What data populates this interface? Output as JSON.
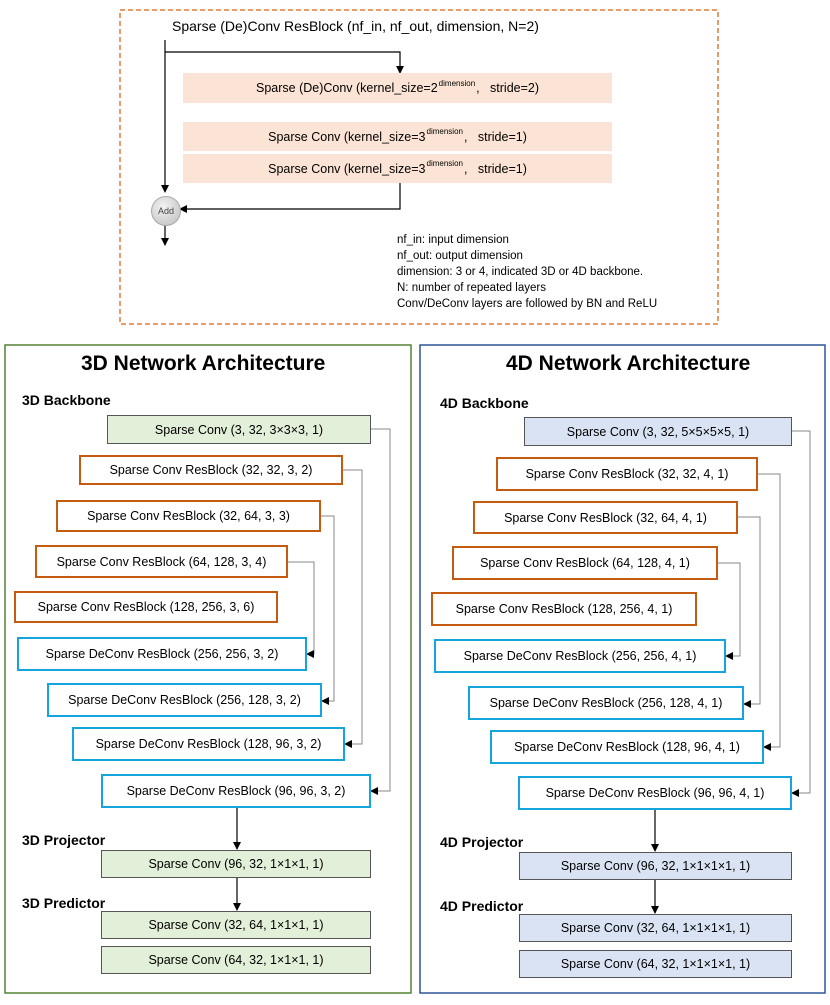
{
  "resblock": {
    "title": "Sparse (De)Conv ResBlock (nf_in, nf_out, dimension, N=2)",
    "layer1": {
      "pre": "Sparse (De)Conv (kernel_size=2",
      "sup": "dimension",
      "post": ",   stride=2)"
    },
    "layer2": {
      "pre": "Sparse Conv (kernel_size=3",
      "sup": "dimension",
      "post": ",   stride=1)"
    },
    "layer3": {
      "pre": "Sparse Conv (kernel_size=3",
      "sup": "dimension",
      "post": ",   stride=1)"
    },
    "add_label": "Add",
    "legend": [
      "nf_in: input dimension",
      "nf_out: output dimension",
      "dimension: 3 or 4, indicated 3D or 4D backbone.",
      "N: number of repeated layers",
      "Conv/DeConv layers are followed by BN and ReLU"
    ]
  },
  "net3d": {
    "title": "3D Network Architecture",
    "backbone_label": "3D Backbone",
    "backbone": [
      "Sparse Conv (3, 32, 3×3×3, 1)",
      "Sparse Conv ResBlock (32, 32, 3, 2)",
      "Sparse Conv ResBlock (32, 64, 3, 3)",
      "Sparse Conv ResBlock (64, 128, 3, 4)",
      "Sparse Conv ResBlock (128, 256, 3, 6)",
      "Sparse DeConv ResBlock (256, 256, 3, 2)",
      "Sparse DeConv ResBlock (256, 128, 3, 2)",
      "Sparse DeConv ResBlock (128, 96, 3, 2)",
      "Sparse DeConv ResBlock (96, 96, 3, 2)"
    ],
    "projector_label": "3D Projector",
    "projector": [
      "Sparse Conv (96, 32, 1×1×1, 1)"
    ],
    "predictor_label": "3D Predictor",
    "predictor": [
      "Sparse Conv (32, 64, 1×1×1, 1)",
      "Sparse Conv (64, 32, 1×1×1, 1)"
    ]
  },
  "net4d": {
    "title": "4D Network Architecture",
    "backbone_label": "4D Backbone",
    "backbone": [
      "Sparse Conv (3, 32, 5×5×5×5, 1)",
      "Sparse Conv ResBlock (32, 32, 4, 1)",
      "Sparse Conv ResBlock (32, 64, 4, 1)",
      "Sparse Conv ResBlock (64, 128, 4, 1)",
      "Sparse Conv ResBlock (128, 256, 4, 1)",
      "Sparse DeConv ResBlock (256, 256, 4, 1)",
      "Sparse DeConv ResBlock (256, 128, 4, 1)",
      "Sparse DeConv ResBlock (128, 96, 4, 1)",
      "Sparse DeConv ResBlock (96, 96, 4, 1)"
    ],
    "projector_label": "4D Projector",
    "projector": [
      "Sparse Conv (96, 32, 1×1×1×1, 1)"
    ],
    "predictor_label": "4D Predictor",
    "predictor": [
      "Sparse Conv (32, 64, 1×1×1×1, 1)",
      "Sparse Conv (64, 32, 1×1×1×1, 1)"
    ]
  },
  "colors": {
    "resblock_frame": "#e07b39",
    "net3d_frame": "#548235",
    "net4d_frame": "#2f5597",
    "conv_fill_3d": "#e2efd9",
    "conv_fill_4d": "#dae3f3",
    "conv_resblock_border": "#c55a11",
    "deconv_resblock_border": "#14a5de",
    "layer_fill": "#fbe4d5"
  }
}
